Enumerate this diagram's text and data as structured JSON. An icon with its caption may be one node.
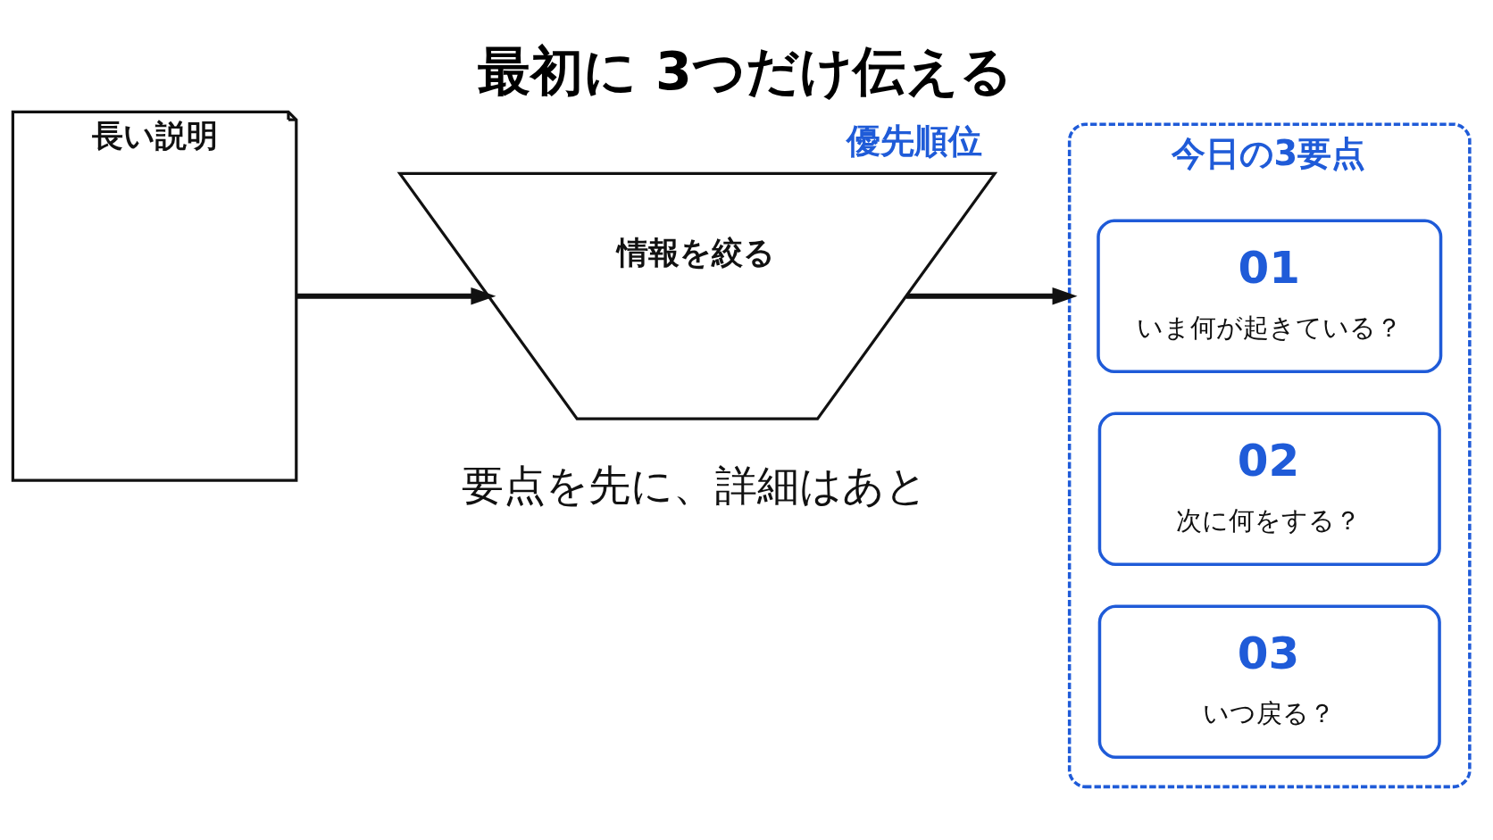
{
  "diagram": {
    "title": "最初に 3つだけ伝える",
    "caption": "要点を先に、詳細はあと",
    "nodes": [
      {
        "text": [
          "長い説明"
        ]
      },
      {
        "text": [
          "情報を絞る"
        ],
        "beside": [
          "優先順位"
        ]
      },
      {
        "text": [
          "今日の3要点"
        ]
      },
      {
        "text": [
          "01",
          "いま何が起きている？"
        ],
        "in": 2
      },
      {
        "text": [
          "02",
          "次に何をする？"
        ],
        "in": 2
      },
      {
        "text": [
          "03",
          "いつ戻る？"
        ],
        "in": 2
      }
    ],
    "edges": [
      {
        "from": 0,
        "to": 1,
        "arrow": "to"
      },
      {
        "from": 1,
        "to": 2,
        "arrow": "to"
      }
    ]
  }
}
